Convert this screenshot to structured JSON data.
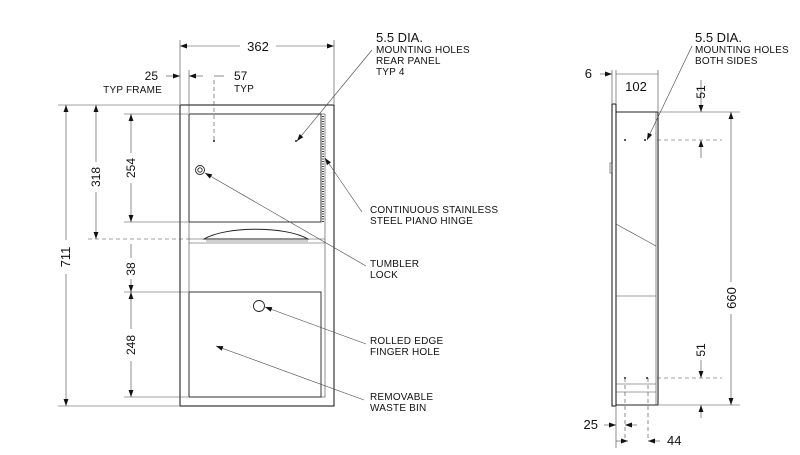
{
  "front": {
    "width": "362",
    "frame_offset": "25",
    "frame_note": "TYP FRAME",
    "hole_offset": "57",
    "hole_note": "TYP",
    "overall_height": "711",
    "upper_section": "318",
    "door_height": "254",
    "gap_height": "38",
    "bin_height": "248",
    "callouts": {
      "mounting_holes": [
        "5.5 DIA.",
        "MOUNTING HOLES",
        "REAR PANEL",
        "TYP 4"
      ],
      "hinge": [
        "CONTINUOUS STAINLESS",
        "STEEL PIANO HINGE"
      ],
      "lock": [
        "TUMBLER",
        "LOCK"
      ],
      "finger_hole": [
        "ROLLED EDGE",
        "FINGER HOLE"
      ],
      "waste_bin": [
        "REMOVABLE",
        "WASTE BIN"
      ]
    }
  },
  "side": {
    "flange": "6",
    "depth": "102",
    "hole_top": "51",
    "hole_spacing": "660",
    "hole_bottom": "51",
    "bottom_offset": "25",
    "bottom_depth": "44",
    "callouts": {
      "mounting_holes": [
        "5.5 DIA.",
        "MOUNTING HOLES",
        "BOTH SIDES"
      ]
    }
  }
}
